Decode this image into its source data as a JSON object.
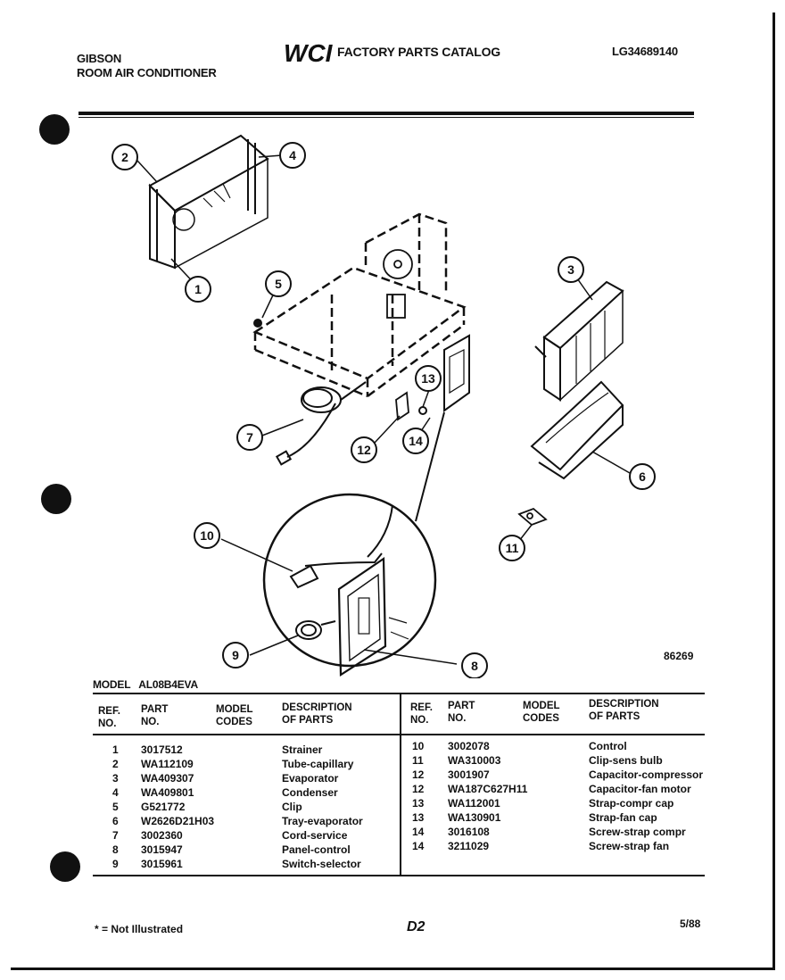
{
  "header": {
    "brand": "GIBSON",
    "product": "ROOM AIR CONDITIONER",
    "logo_text": "WCI",
    "catalog_title": "FACTORY PARTS CATALOG",
    "catalog_code": "LG34689140"
  },
  "diagram": {
    "figure_id": "86269",
    "callouts": [
      "1",
      "2",
      "3",
      "4",
      "5",
      "6",
      "7",
      "8",
      "9",
      "10",
      "11",
      "12",
      "13",
      "14"
    ]
  },
  "model": {
    "label": "MODEL",
    "value": "AL08B4EVA"
  },
  "table": {
    "headers": {
      "ref": [
        "REF.",
        "NO."
      ],
      "part": [
        "PART",
        "NO."
      ],
      "model": [
        "MODEL",
        "CODES"
      ],
      "desc": [
        "DESCRIPTION",
        "OF PARTS"
      ]
    },
    "left_rows": [
      {
        "ref": "1",
        "part": "3017512",
        "desc": "Strainer"
      },
      {
        "ref": "2",
        "part": "WA112109",
        "desc": "Tube-capillary"
      },
      {
        "ref": "3",
        "part": "WA409307",
        "desc": "Evaporator"
      },
      {
        "ref": "4",
        "part": "WA409801",
        "desc": "Condenser"
      },
      {
        "ref": "5",
        "part": "G521772",
        "desc": "Clip"
      },
      {
        "ref": "6",
        "part": "W2626D21H03",
        "desc": "Tray-evaporator"
      },
      {
        "ref": "7",
        "part": "3002360",
        "desc": "Cord-service"
      },
      {
        "ref": "8",
        "part": "3015947",
        "desc": "Panel-control"
      },
      {
        "ref": "9",
        "part": "3015961",
        "desc": "Switch-selector"
      }
    ],
    "right_rows": [
      {
        "ref": "10",
        "part": "3002078",
        "desc": "Control"
      },
      {
        "ref": "11",
        "part": "WA310003",
        "desc": "Clip-sens bulb"
      },
      {
        "ref": "12",
        "part": "3001907",
        "desc": "Capacitor-compressor"
      },
      {
        "ref": "12",
        "part": "WA187C627H11",
        "desc": "Capacitor-fan motor"
      },
      {
        "ref": "13",
        "part": "WA112001",
        "desc": "Strap-compr cap"
      },
      {
        "ref": "13",
        "part": "WA130901",
        "desc": "Strap-fan cap"
      },
      {
        "ref": "14",
        "part": "3016108",
        "desc": "Screw-strap compr"
      },
      {
        "ref": "14",
        "part": "3211029",
        "desc": "Screw-strap fan"
      }
    ]
  },
  "footer": {
    "note": "* = Not Illustrated",
    "page": "D2",
    "date": "5/88"
  }
}
